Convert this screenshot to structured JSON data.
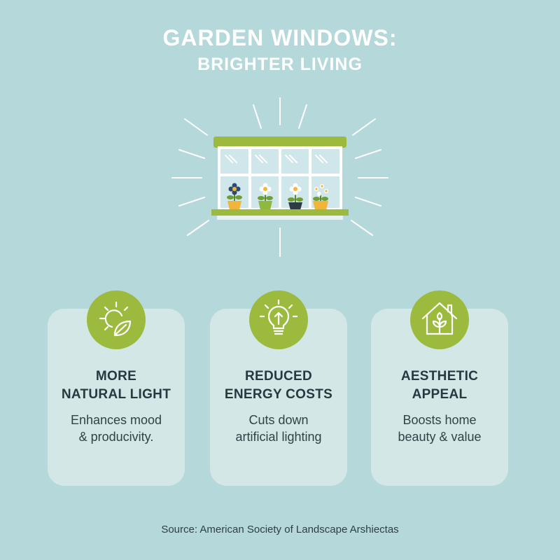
{
  "header": {
    "title_line1": "GARDEN WINDOWS:",
    "title_line2": "BRIGHTER LIVING"
  },
  "hero": {
    "icon": "garden-window-illustration"
  },
  "cards": [
    {
      "icon": "sun-leaf-icon",
      "title_line1": "MORE",
      "title_line2": "NATURAL LIGHT",
      "desc_line1": "Enhances mood",
      "desc_line2": "& producivity."
    },
    {
      "icon": "lightbulb-icon",
      "title_line1": "REDUCED",
      "title_line2": "ENERGY COSTS",
      "desc_line1": "Cuts down",
      "desc_line2": "artificial lighting"
    },
    {
      "icon": "house-plant-icon",
      "title_line1": "AESTHETIC",
      "title_line2": "APPEAL",
      "desc_line1": "Boosts home",
      "desc_line2": "beauty & value"
    }
  ],
  "footer": {
    "source": "Source: American Society of Landscape Arshiectas"
  },
  "colors": {
    "background": "#b5d8da",
    "accent": "#9cbb3e",
    "card": "#d3e8e6",
    "text": "#253a40"
  }
}
